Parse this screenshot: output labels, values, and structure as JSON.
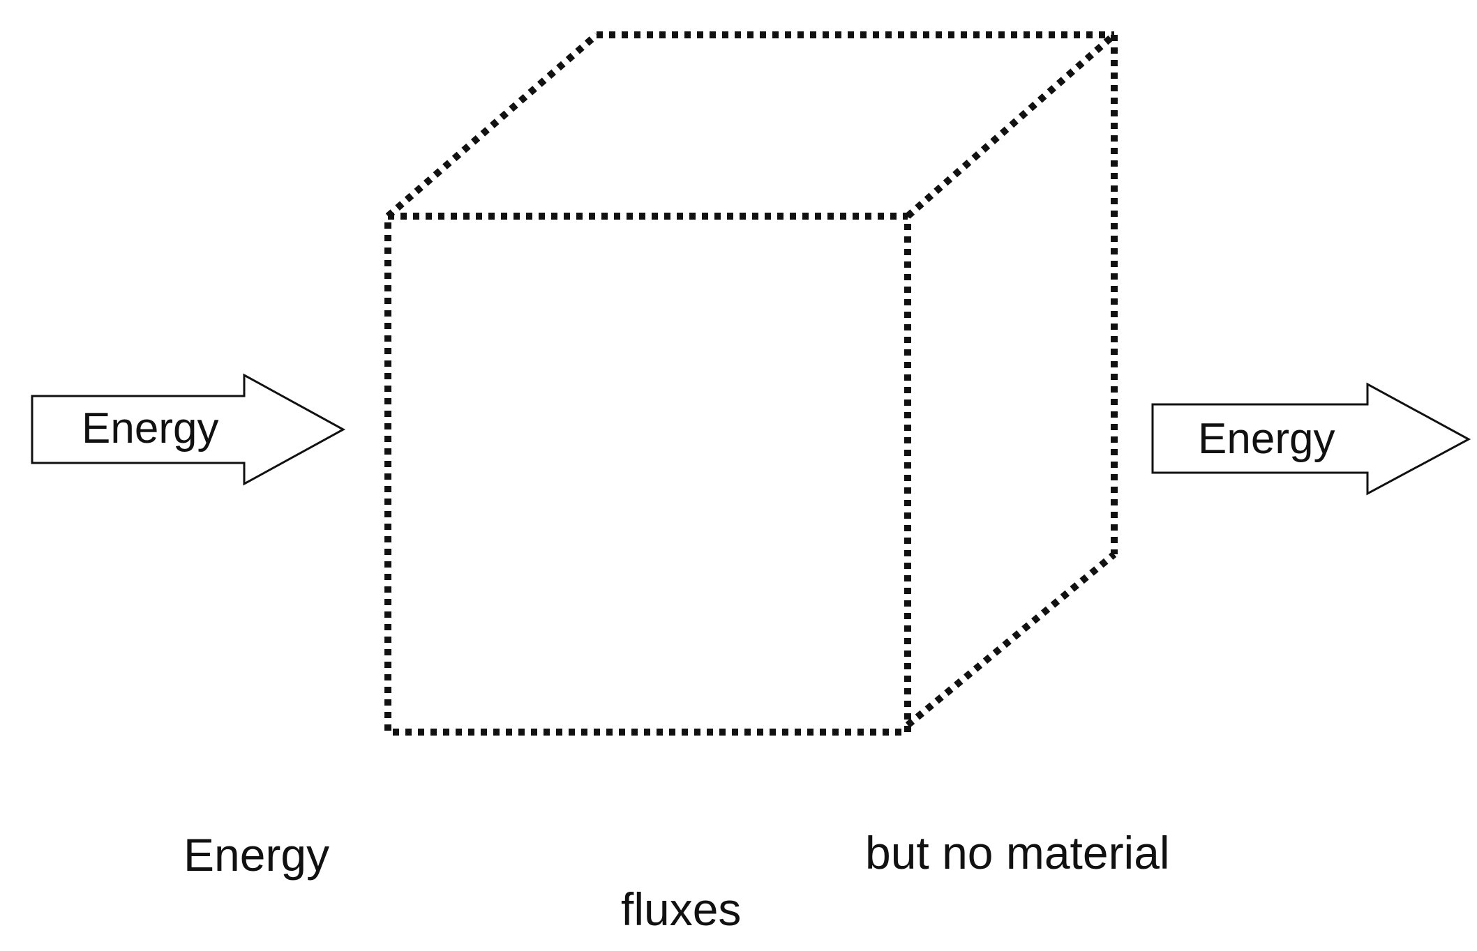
{
  "diagram": {
    "arrow_in": {
      "label": "Energy",
      "direction": "right"
    },
    "arrow_out": {
      "label": "Energy",
      "direction": "right"
    },
    "box": {
      "shape": "cube",
      "border_style": "dotted"
    },
    "caption": {
      "left": "Energy",
      "center": "fluxes",
      "right": "but no material"
    }
  },
  "colors": {
    "ink": "#111111",
    "background": "#ffffff"
  }
}
